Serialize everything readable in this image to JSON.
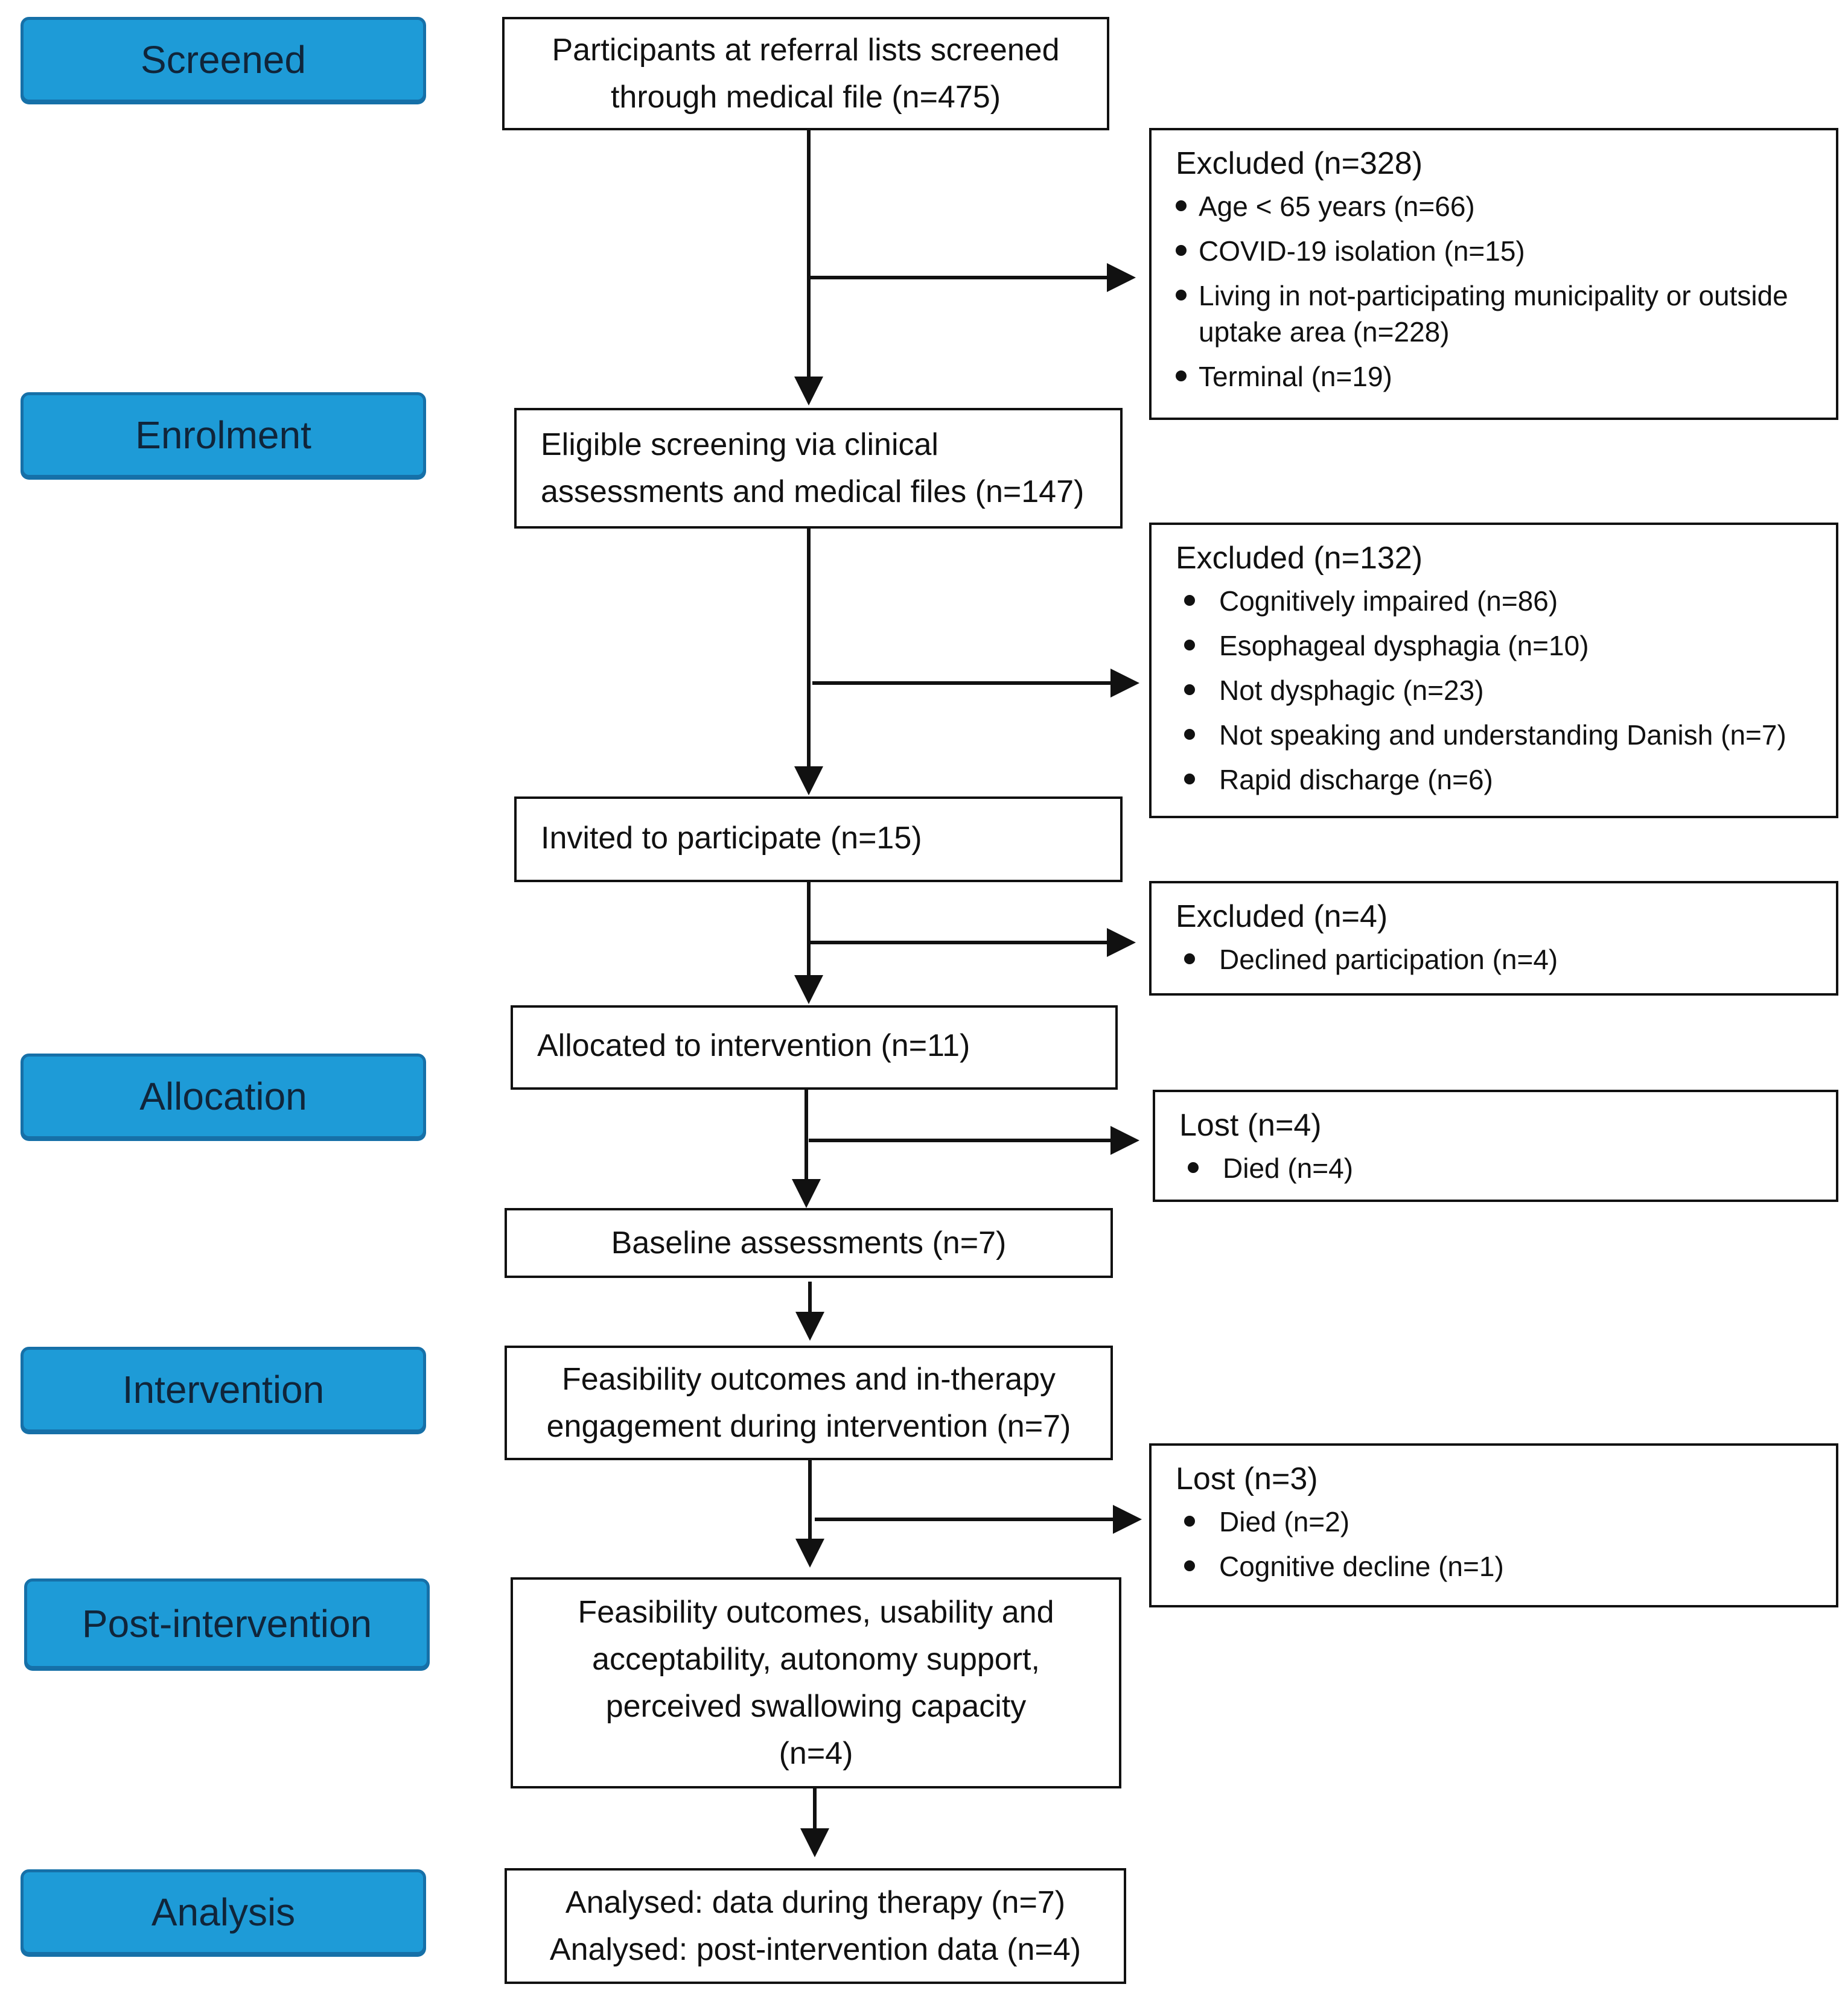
{
  "stages": {
    "screened": "Screened",
    "enrolment": "Enrolment",
    "allocation": "Allocation",
    "intervention": "Intervention",
    "post_intervention": "Post-intervention",
    "analysis": "Analysis"
  },
  "flow": {
    "screened_box": {
      "line1": "Participants at referral lists screened",
      "line2": "through medical file (n=475)"
    },
    "excluded_1": {
      "title": "Excluded (n=328)",
      "items": [
        "Age < 65 years (n=66)",
        "COVID-19 isolation (n=15)",
        "Living in not-participating municipality or outside uptake area (n=228)",
        "Terminal (n=19)"
      ]
    },
    "eligible_box": {
      "line1": "Eligible screening via clinical",
      "line2": "assessments and medical files (n=147)"
    },
    "excluded_2": {
      "title": "Excluded (n=132)",
      "items": [
        "Cognitively impaired (n=86)",
        "Esophageal dysphagia (n=10)",
        "Not dysphagic (n=23)",
        "Not speaking and understanding Danish (n=7)",
        "Rapid discharge (n=6)"
      ]
    },
    "invited_box": "Invited to participate (n=15)",
    "excluded_3": {
      "title": "Excluded (n=4)",
      "items": [
        "Declined participation (n=4)"
      ]
    },
    "allocated_box": "Allocated to intervention (n=11)",
    "lost_1": {
      "title": "Lost (n=4)",
      "items": [
        "Died (n=4)"
      ]
    },
    "baseline_box": "Baseline assessments (n=7)",
    "intervention_box": {
      "line1": "Feasibility outcomes and in-therapy",
      "line2": "engagement during intervention (n=7)"
    },
    "lost_2": {
      "title": "Lost (n=3)",
      "items": [
        "Died (n=2)",
        "Cognitive decline (n=1)"
      ]
    },
    "post_box": {
      "line1": "Feasibility outcomes, usability and",
      "line2": "acceptability, autonomy support,",
      "line3": "perceived swallowing capacity",
      "line4": "(n=4)"
    },
    "analysis_box": {
      "line1": "Analysed: data during therapy (n=7)",
      "line2": "Analysed: post-intervention data (n=4)"
    }
  }
}
